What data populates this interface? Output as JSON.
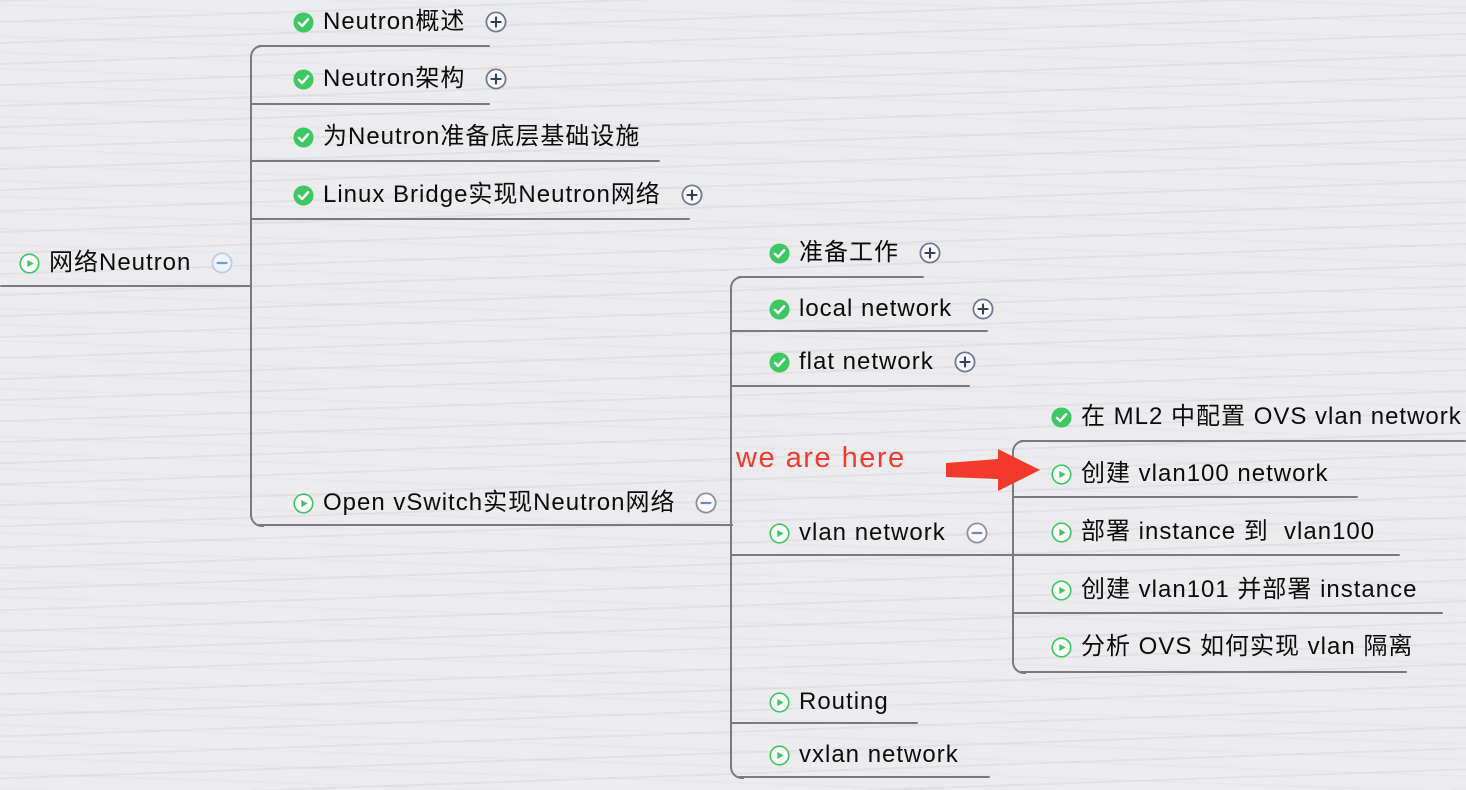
{
  "app": {
    "type": "mind-map-canvas"
  },
  "colors": {
    "bg": "#ecebed",
    "line": "#7a797c",
    "green": "#3ec863",
    "red": "#f23b2d",
    "slate": "#6e7b94",
    "navy": "#31435c",
    "graymin": "#8b909a",
    "bluemin": "#6d87c0",
    "ltblue": "#b6cdec",
    "medblue": "#6f9ad6"
  },
  "icons": {
    "check": "completed-check-icon",
    "play": "in-progress-play-icon",
    "plus": "expand-plus-icon",
    "minus": "collapse-minus-icon",
    "arrow": "red-right-arrow-icon"
  },
  "nodes": {
    "root": {
      "label": "网络Neutron",
      "status": "in-progress",
      "expand": "collapse"
    },
    "neutron_overview": {
      "label": "Neutron概述",
      "status": "completed",
      "expand": "expand"
    },
    "neutron_architecture": {
      "label": "Neutron架构",
      "status": "completed",
      "expand": "expand"
    },
    "neutron_infrastructure": {
      "label": "为Neutron准备底层基础设施",
      "status": "completed",
      "expand": null
    },
    "linux_bridge": {
      "label": "Linux Bridge实现Neutron网络",
      "status": "completed",
      "expand": "expand"
    },
    "open_vswitch": {
      "label": "Open vSwitch实现Neutron网络",
      "status": "in-progress",
      "expand": "collapse"
    },
    "prep_work": {
      "label": "准备工作",
      "status": "completed",
      "expand": "expand"
    },
    "local_network": {
      "label": "local network",
      "status": "completed",
      "expand": "expand"
    },
    "flat_network": {
      "label": "flat network",
      "status": "completed",
      "expand": "expand"
    },
    "vlan_network": {
      "label": "vlan network",
      "status": "in-progress",
      "expand": "collapse"
    },
    "routing": {
      "label": "Routing",
      "status": "in-progress",
      "expand": null
    },
    "vxlan_network": {
      "label": "vxlan network",
      "status": "in-progress",
      "expand": null
    },
    "ml2_ovs_vlan_config": {
      "label": "在 ML2 中配置 OVS vlan network",
      "status": "completed",
      "expand": null
    },
    "create_vlan100": {
      "label": "创建 vlan100 network",
      "status": "in-progress",
      "expand": null
    },
    "deploy_instance_vlan100": {
      "label": "部署 instance 到  vlan100",
      "status": "in-progress",
      "expand": null
    },
    "create_vlan101": {
      "label": "创建 vlan101 并部署 instance",
      "status": "in-progress",
      "expand": null
    },
    "analyze_vlan_isolation": {
      "label": "分析 OVS 如何实现 vlan 隔离",
      "status": "in-progress",
      "expand": null
    }
  },
  "annotation": {
    "text": "we are here",
    "color": "#f23b2d",
    "points_to": "创建 vlan100 network"
  }
}
